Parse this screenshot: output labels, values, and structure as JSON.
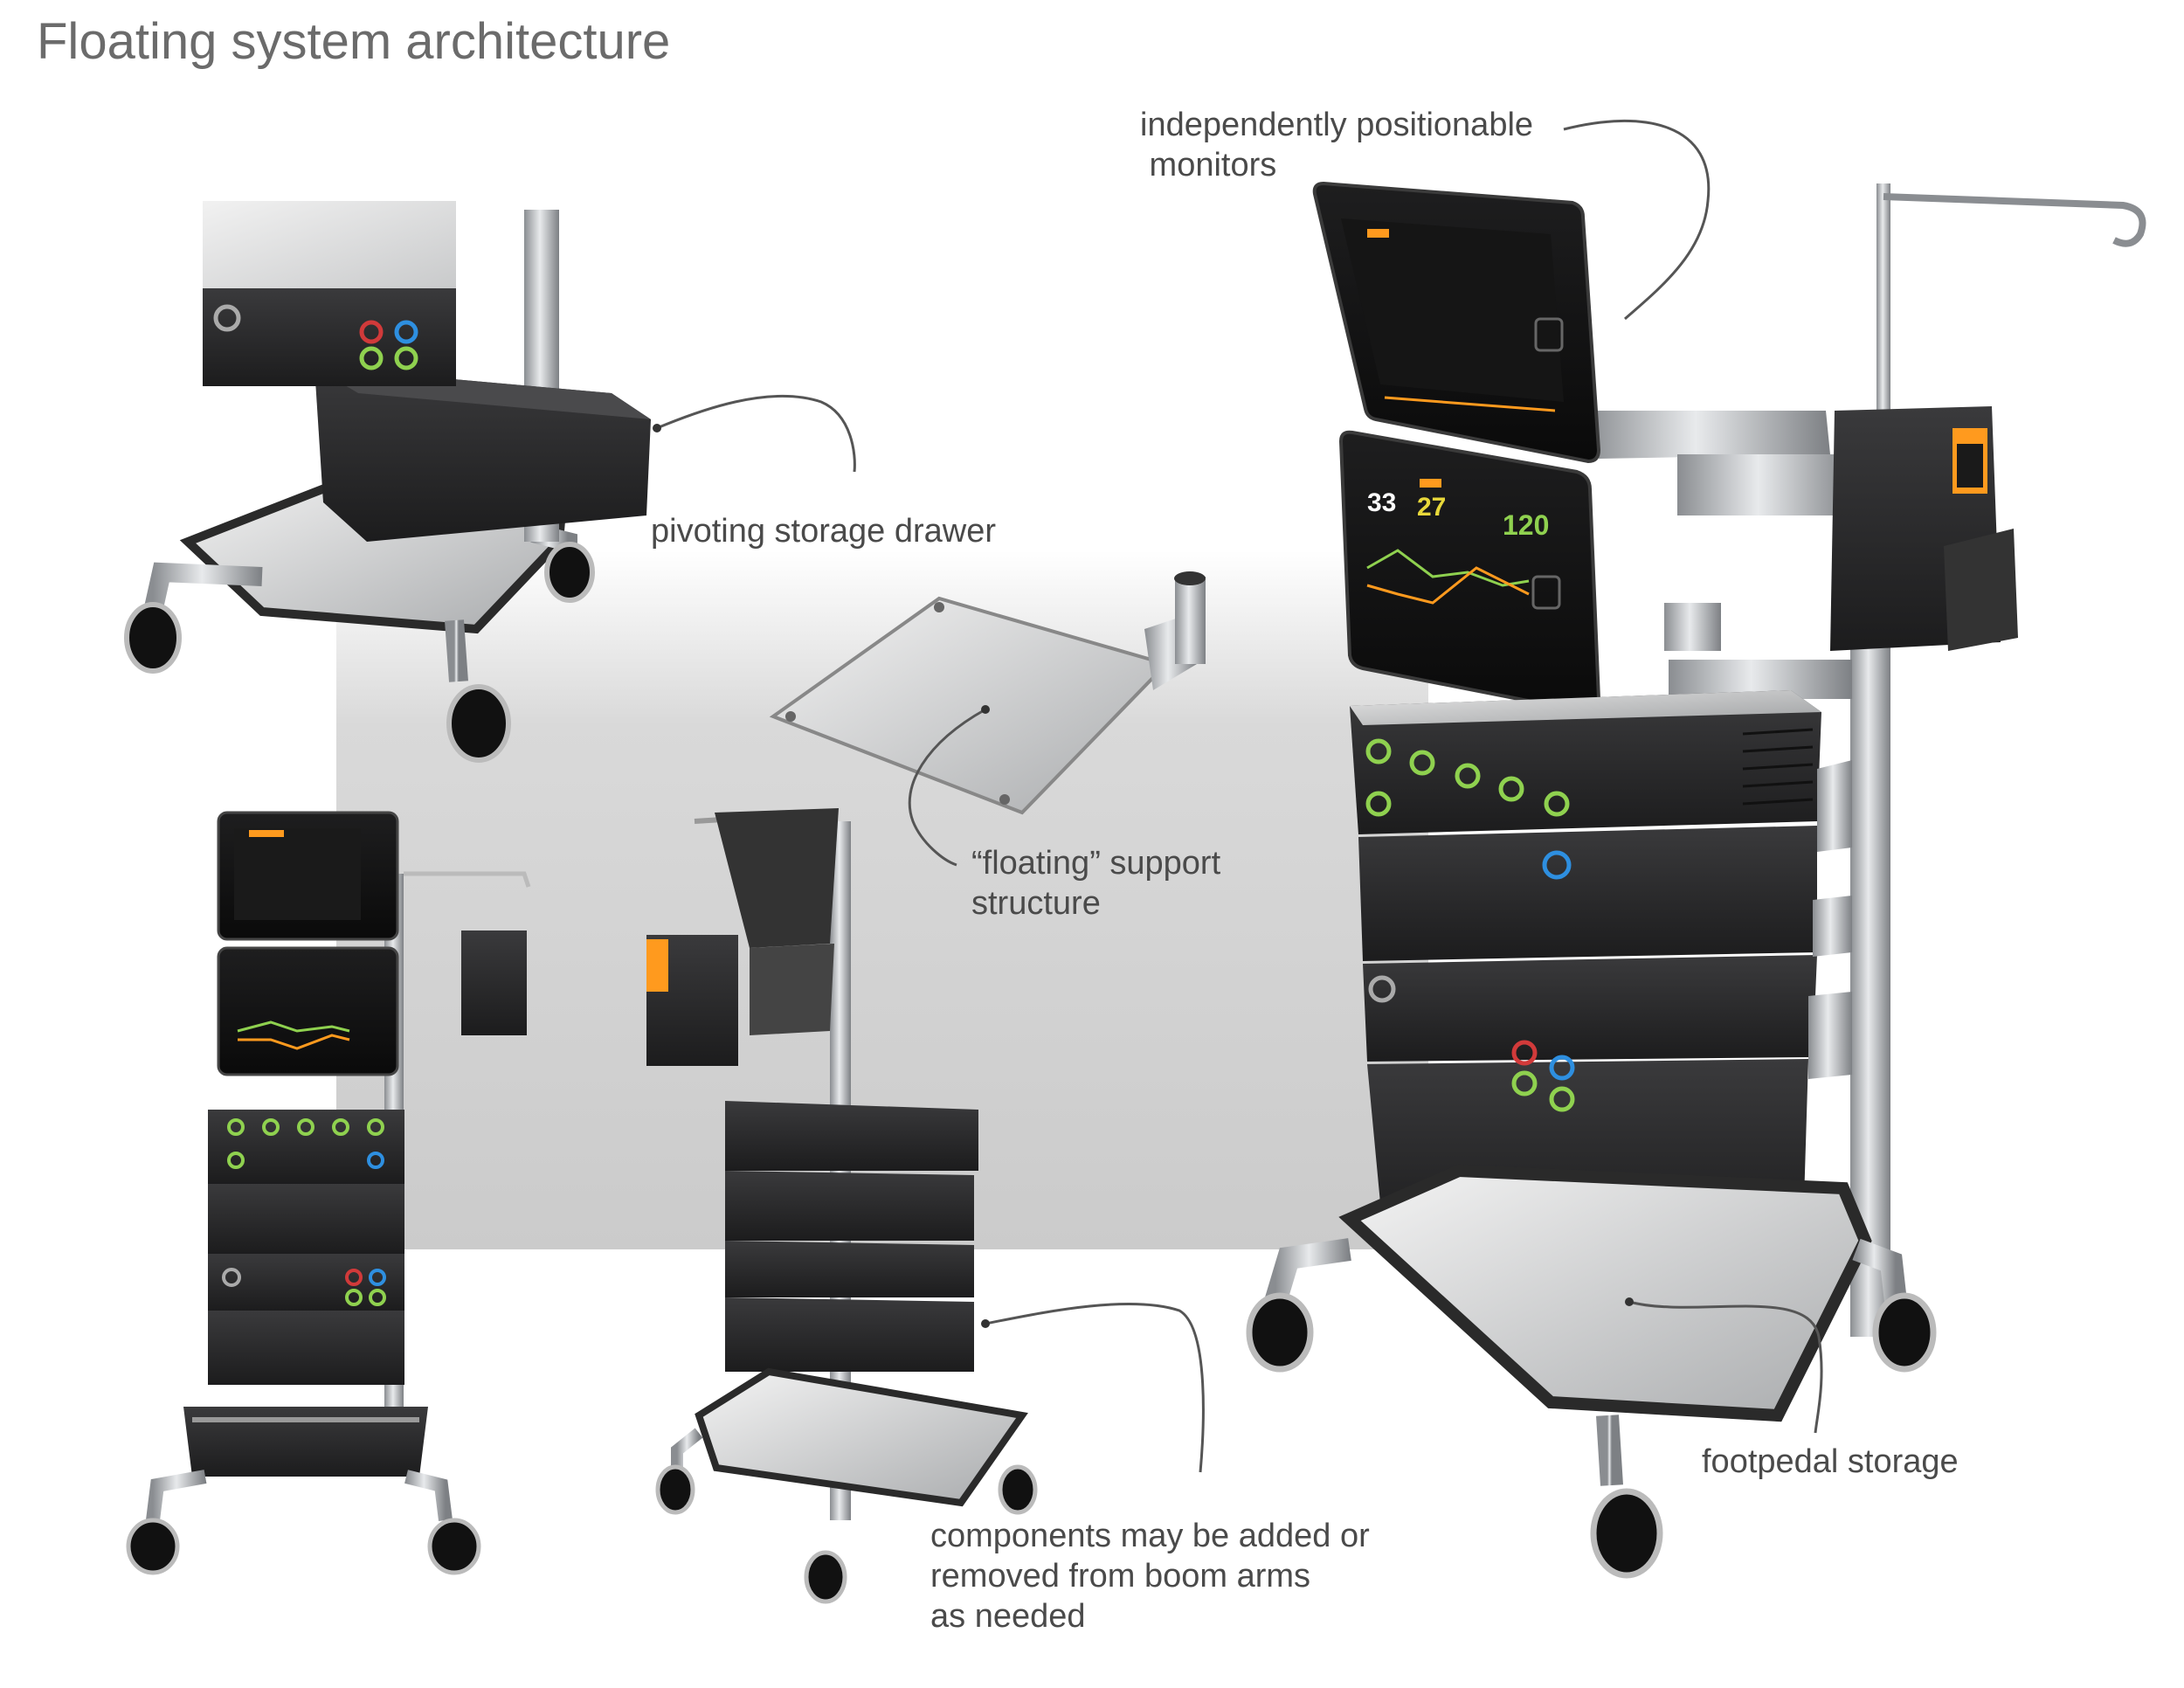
{
  "title": "Floating system architecture",
  "callouts": {
    "monitors": {
      "lines": [
        "independently positionable",
        " monitors"
      ]
    },
    "drawer": {
      "lines": [
        "pivoting storage drawer"
      ]
    },
    "support": {
      "lines": [
        "“floating” support",
        "structure"
      ]
    },
    "components": {
      "lines": [
        "components may be added or",
        "removed from boom arms",
        "as needed"
      ]
    },
    "footpedal": {
      "lines": [
        "footpedal storage"
      ]
    }
  },
  "monitor_readouts": {
    "top_value_1": "33",
    "top_value_2": "27",
    "top_value_3": "120"
  },
  "colors": {
    "background_panel": "#cfcfcf",
    "unit_body": "#2a2a2b",
    "metal": "#b9bcc0",
    "port_green": "#8fd14f",
    "port_blue": "#2e8fe0",
    "port_red": "#d13a3a",
    "screen_accent": "#ff9a1e"
  }
}
